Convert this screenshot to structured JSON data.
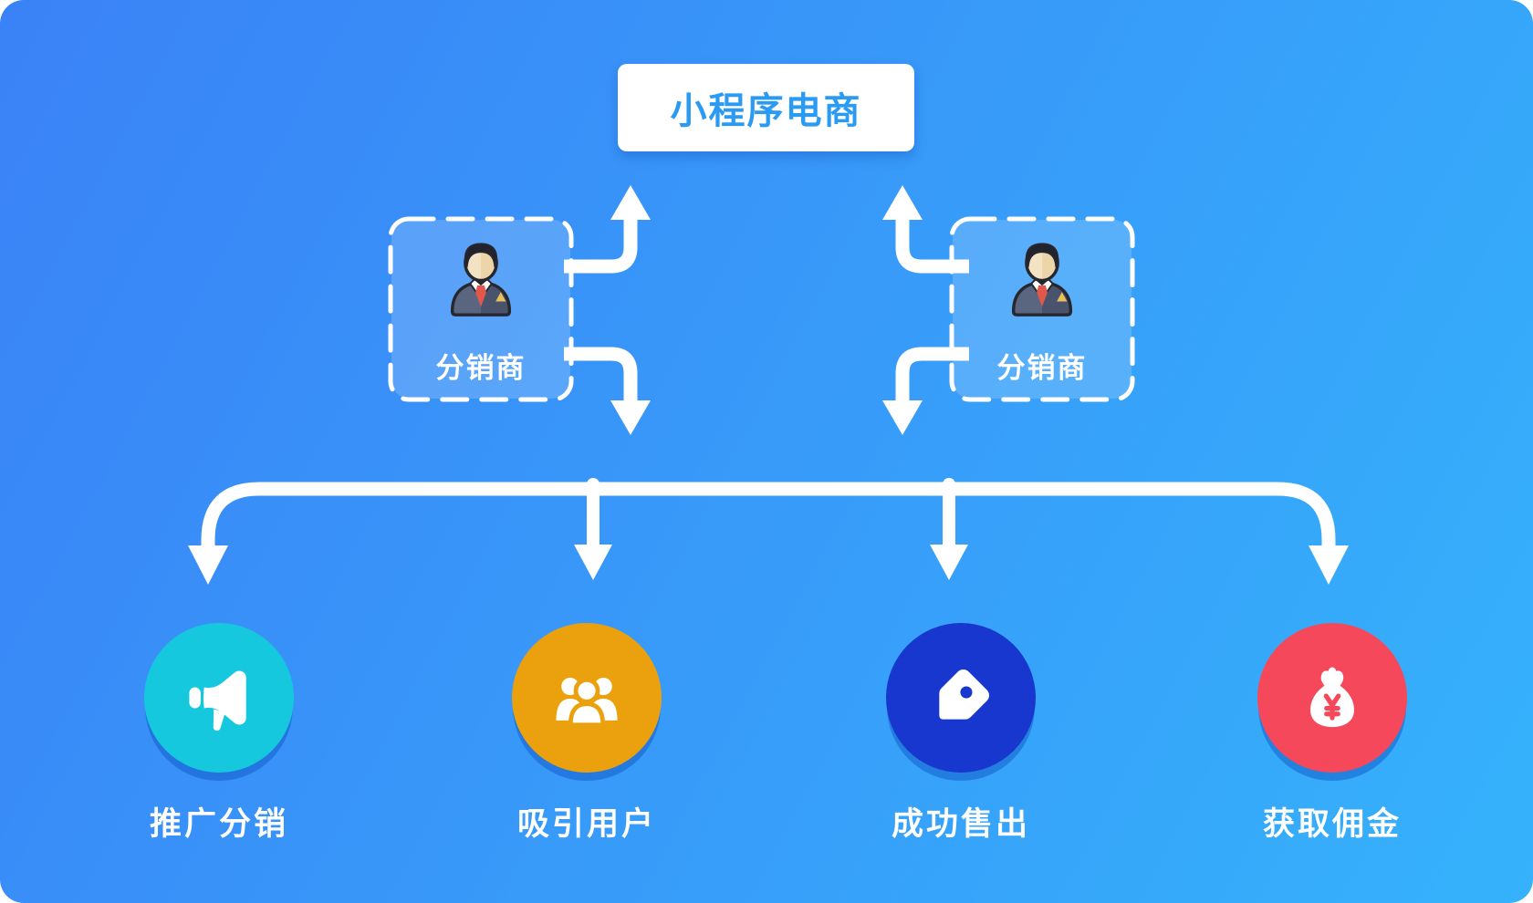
{
  "colors": {
    "bg-start": "#3a82f7",
    "bg-end": "#35b2fb",
    "card-bg": "#ffffff",
    "title-text": "#2b9af3",
    "arrow": "#ffffff",
    "dashed-border": "#ffffff",
    "node-shadow": "rgba(16,88,198,0.5)"
  },
  "header": {
    "title": "小程序电商"
  },
  "distributors": [
    {
      "label": "分销商",
      "icon": "businessman-avatar-icon"
    },
    {
      "label": "分销商",
      "icon": "businessman-avatar-icon"
    }
  ],
  "flow_steps": [
    {
      "label": "推广分销",
      "icon": "megaphone-icon",
      "color": "#16c8dd"
    },
    {
      "label": "吸引用户",
      "icon": "users-icon",
      "color": "#eba10e"
    },
    {
      "label": "成功售出",
      "icon": "price-tag-icon",
      "color": "#1737cf"
    },
    {
      "label": "获取佣金",
      "icon": "money-bag-icon",
      "color": "#f5495b"
    }
  ]
}
